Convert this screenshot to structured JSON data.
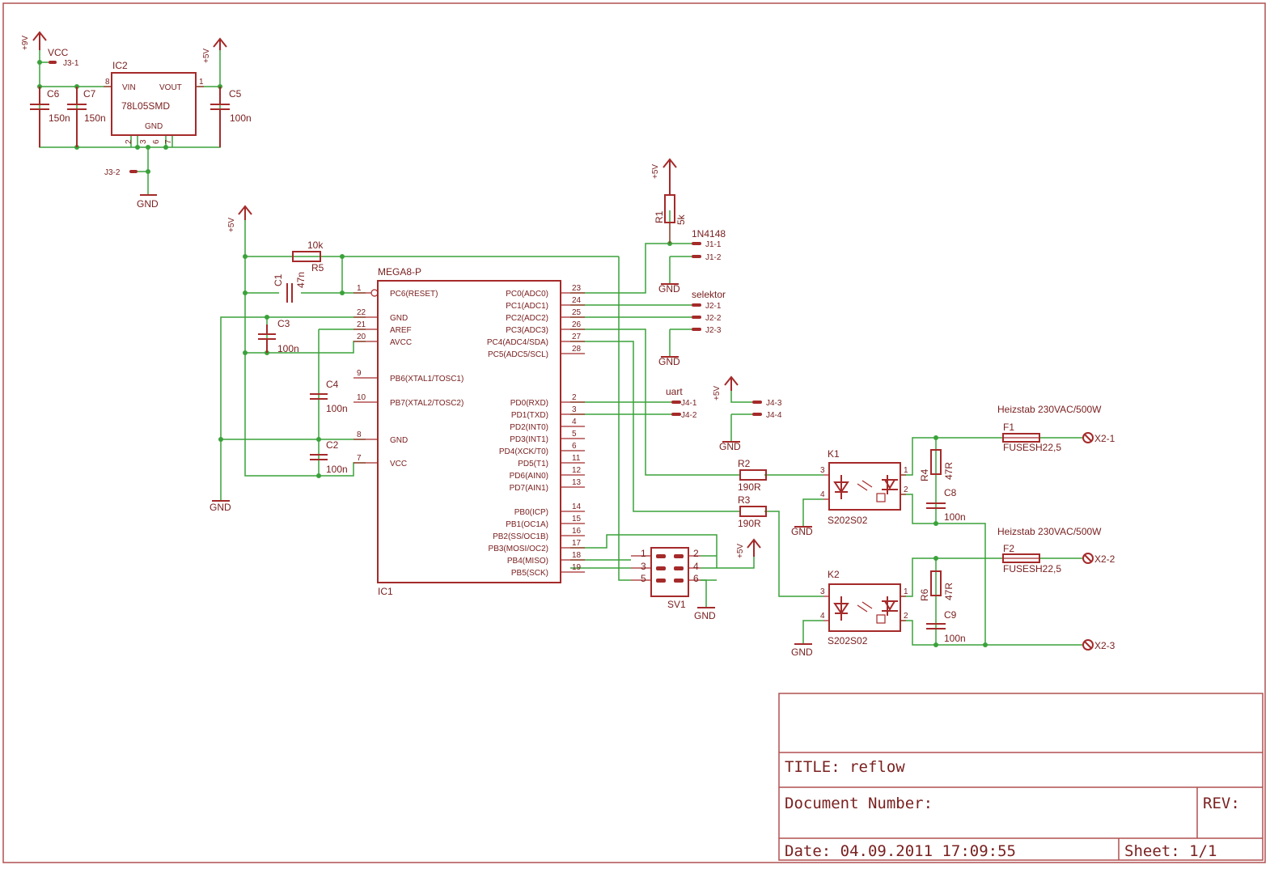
{
  "frame": {
    "title": "TITLE:  reflow",
    "doc_number": "Document Number:",
    "rev": "REV:",
    "date": "Date: 04.09.2011 17:09:55",
    "sheet": "Sheet: 1/1"
  },
  "regulator": {
    "name": "IC2",
    "value": "78L05SMD",
    "pins": {
      "vin": "VIN",
      "vout": "VOUT",
      "gnd": "GND"
    },
    "pin_numbers": {
      "vin": "8",
      "vout": "1",
      "gnd_a": "2",
      "gnd_b": "3",
      "gnd_c": "6",
      "gnd_d": "7"
    }
  },
  "mcu": {
    "value": "MEGA8-P",
    "name": "IC1",
    "left_pins": [
      {
        "num": "1",
        "label": "PC6(RESET)"
      },
      {
        "num": "22",
        "label": "GND"
      },
      {
        "num": "21",
        "label": "AREF"
      },
      {
        "num": "20",
        "label": "AVCC"
      },
      {
        "num": "9",
        "label": "PB6(XTAL1/TOSC1)"
      },
      {
        "num": "10",
        "label": "PB7(XTAL2/TOSC2)"
      },
      {
        "num": "8",
        "label": "GND"
      },
      {
        "num": "7",
        "label": "VCC"
      }
    ],
    "right_pins": [
      {
        "num": "23",
        "label": "PC0(ADC0)"
      },
      {
        "num": "24",
        "label": "PC1(ADC1)"
      },
      {
        "num": "25",
        "label": "PC2(ADC2)"
      },
      {
        "num": "26",
        "label": "PC3(ADC3)"
      },
      {
        "num": "27",
        "label": "PC4(ADC4/SDA)"
      },
      {
        "num": "28",
        "label": "PC5(ADC5/SCL)"
      },
      {
        "num": "2",
        "label": "PD0(RXD)"
      },
      {
        "num": "3",
        "label": "PD1(TXD)"
      },
      {
        "num": "4",
        "label": "PD2(INT0)"
      },
      {
        "num": "5",
        "label": "PD3(INT1)"
      },
      {
        "num": "6",
        "label": "PD4(XCK/T0)"
      },
      {
        "num": "11",
        "label": "PD5(T1)"
      },
      {
        "num": "12",
        "label": "PD6(AIN0)"
      },
      {
        "num": "13",
        "label": "PD7(AIN1)"
      },
      {
        "num": "14",
        "label": "PB0(ICP)"
      },
      {
        "num": "15",
        "label": "PB1(OC1A)"
      },
      {
        "num": "16",
        "label": "PB2(SS/OC1B)"
      },
      {
        "num": "17",
        "label": "PB3(MOSI/OC2)"
      },
      {
        "num": "18",
        "label": "PB4(MISO)"
      },
      {
        "num": "19",
        "label": "PB5(SCK)"
      }
    ]
  },
  "labels": {
    "p9v": "+9V",
    "p5v": "+5V",
    "gnd": "GND",
    "vcc": "VCC",
    "j3_1": "J3-1",
    "j3_2": "J3-2",
    "c6": "C6",
    "c6v": "150n",
    "c7": "C7",
    "c7v": "150n",
    "c5": "C5",
    "c5v": "100n",
    "r5": "R5",
    "r5v": "10k",
    "c1": "C1",
    "c1v": "47n",
    "c3": "C3",
    "c3v": "100n",
    "c4": "C4",
    "c4v": "100n",
    "c2": "C2",
    "c2v": "100n",
    "r1": "R1",
    "r1v": "5k",
    "diode": "1N4148",
    "j1_1": "J1-1",
    "j1_2": "J1-2",
    "selektor": "selektor",
    "j2_1": "J2-1",
    "j2_2": "J2-2",
    "j2_3": "J2-3",
    "uart": "uart",
    "j4_1": "J4-1",
    "j4_2": "J4-2",
    "j4_3": "J4-3",
    "j4_4": "J4-4",
    "r2": "R2",
    "r2v": "190R",
    "r3": "R3",
    "r3v": "190R",
    "k1": "K1",
    "k2": "K2",
    "ssr": "S202S02",
    "r4": "R4",
    "r4v": "47R",
    "c8": "C8",
    "c8v": "100n",
    "r6": "R6",
    "r6v": "47R",
    "c9": "C9",
    "c9v": "100n",
    "heater": "Heizstab 230VAC/500W",
    "f1": "F1",
    "f2": "F2",
    "fuse": "FUSESH22,5",
    "x2_1": "X2-1",
    "x2_2": "X2-2",
    "x2_3": "X2-3",
    "sv1": "SV1",
    "sv_pins": [
      "1",
      "2",
      "3",
      "4",
      "5",
      "6"
    ],
    "k_pins": [
      "3",
      "4",
      "1",
      "2"
    ]
  }
}
